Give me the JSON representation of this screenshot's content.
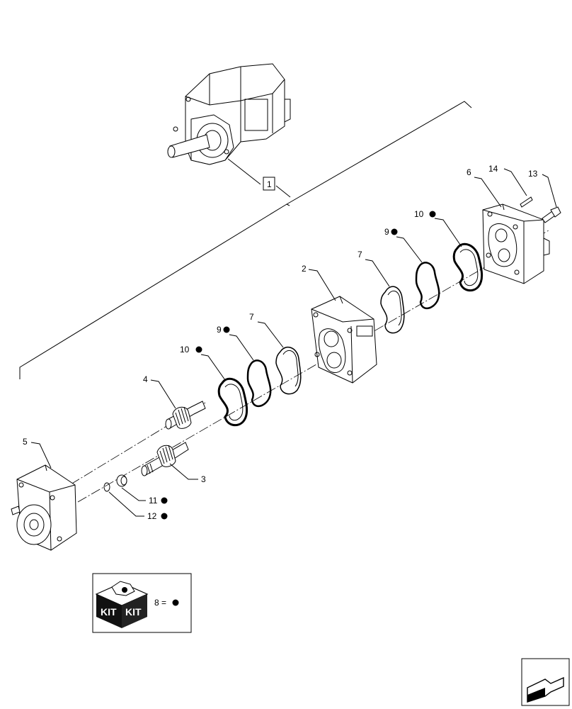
{
  "callouts": [
    {
      "id": "1",
      "label": "1"
    },
    {
      "id": "2",
      "label": "2"
    },
    {
      "id": "3",
      "label": "3"
    },
    {
      "id": "4",
      "label": "4"
    },
    {
      "id": "5",
      "label": "5"
    },
    {
      "id": "6",
      "label": "6"
    },
    {
      "id": "7a",
      "label": "7"
    },
    {
      "id": "7b",
      "label": "7"
    },
    {
      "id": "9a",
      "label": "9"
    },
    {
      "id": "9b",
      "label": "9"
    },
    {
      "id": "10a",
      "label": "10"
    },
    {
      "id": "10b",
      "label": "10"
    },
    {
      "id": "11",
      "label": "11"
    },
    {
      "id": "12",
      "label": "12"
    },
    {
      "id": "13",
      "label": "13"
    },
    {
      "id": "14",
      "label": "14"
    }
  ],
  "kit_legend": {
    "box_label_left": "KIT",
    "box_label_right": "KIT",
    "item": "8",
    "equals": "=",
    "marker": "●"
  },
  "nav": {
    "icon": "next-page-arrow-icon"
  }
}
